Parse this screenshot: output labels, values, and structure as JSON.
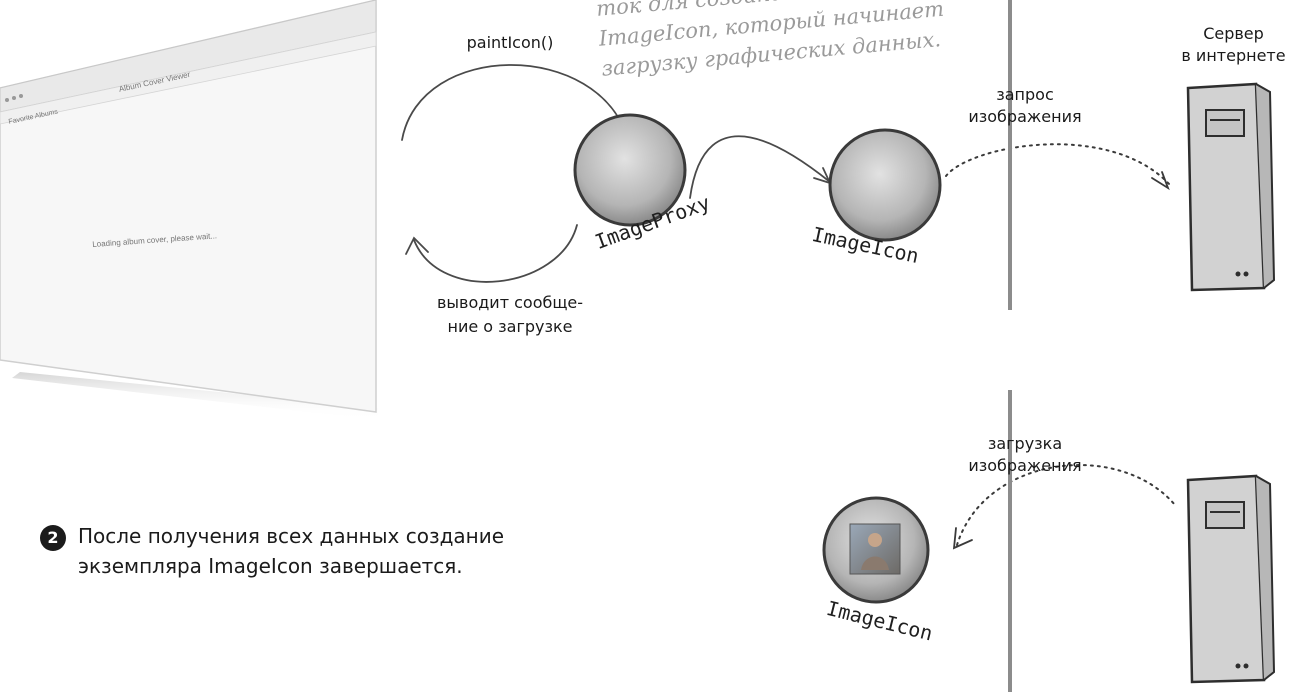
{
  "window": {
    "title": "Album Cover Viewer",
    "menu": "Favorite Albums",
    "loading_text": "Loading album cover, please wait..."
  },
  "top": {
    "paint_label": "paintIcon()",
    "note_lines": [
      "ток для создания экземпляр",
      "ImageIcon, который начинает",
      "загрузку графических данных."
    ],
    "proxy_label": "ImageProxy",
    "icon_label": "ImageIcon",
    "request_label": [
      "запрос",
      "изображения"
    ],
    "server_label": [
      "Сервер",
      "в интернете"
    ],
    "return_label": [
      "выводит сообще-",
      "ние о загрузке"
    ]
  },
  "bottom": {
    "step_number": "2",
    "step_text": [
      "После получения всех данных создание",
      "экземпляра ImageIcon завершается."
    ],
    "download_label": [
      "загрузка",
      "изображения"
    ],
    "icon_label": "ImageIcon"
  }
}
